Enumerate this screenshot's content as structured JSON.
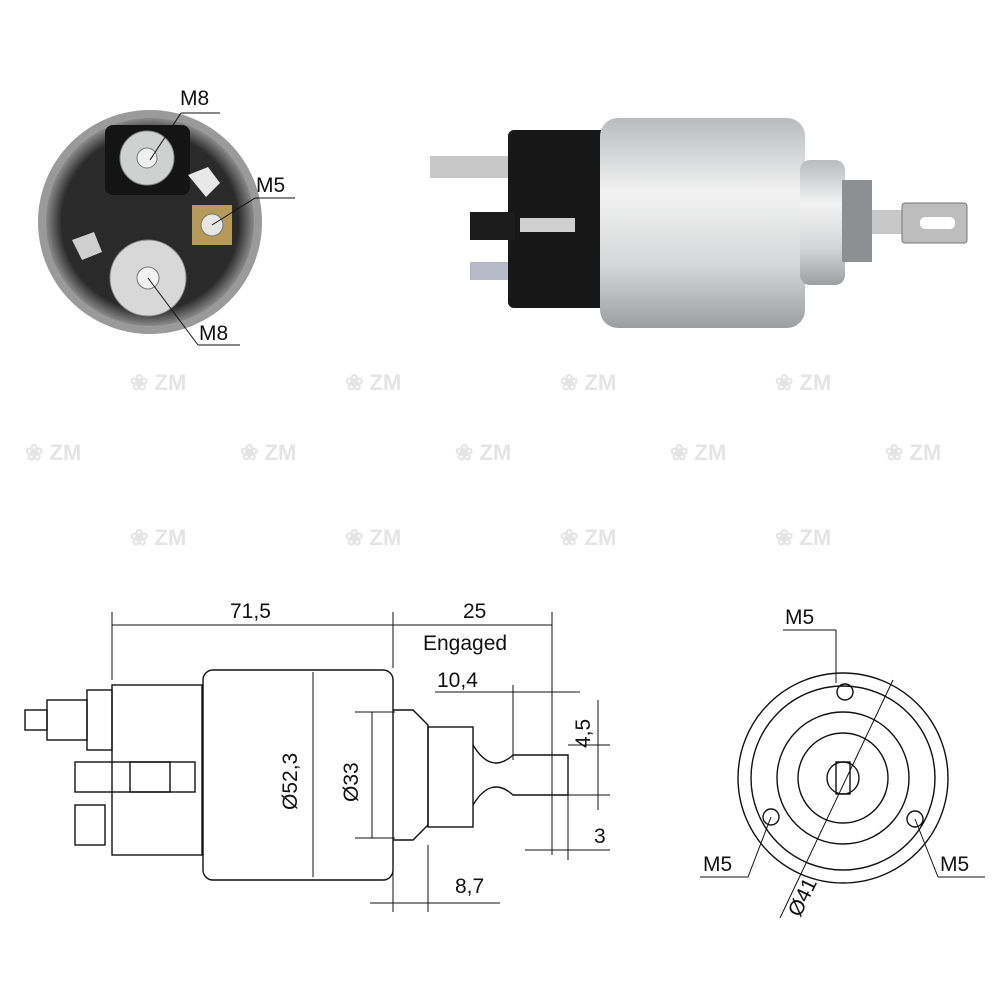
{
  "watermark": "ZM",
  "photo_front": {
    "labels": {
      "top_terminal": "M8",
      "small_terminal": "M5",
      "bottom_terminal": "M8"
    }
  },
  "side_drawing": {
    "overall_length": "71,5",
    "stroke": "25",
    "stroke_note": "Engaged",
    "tab_offset": "10,4",
    "tab_width": "4,5",
    "body_diameter": "Ø52,3",
    "nose_diameter": "Ø33",
    "tab_thickness": "3",
    "nose_length": "8,7"
  },
  "end_drawing": {
    "top_hole": "M5",
    "left_hole": "M5",
    "right_hole": "M5",
    "bolt_circle": "Ø41"
  },
  "colors": {
    "housing": "#d9dadb",
    "cap": "#1a1a1a",
    "line": "#111111"
  }
}
